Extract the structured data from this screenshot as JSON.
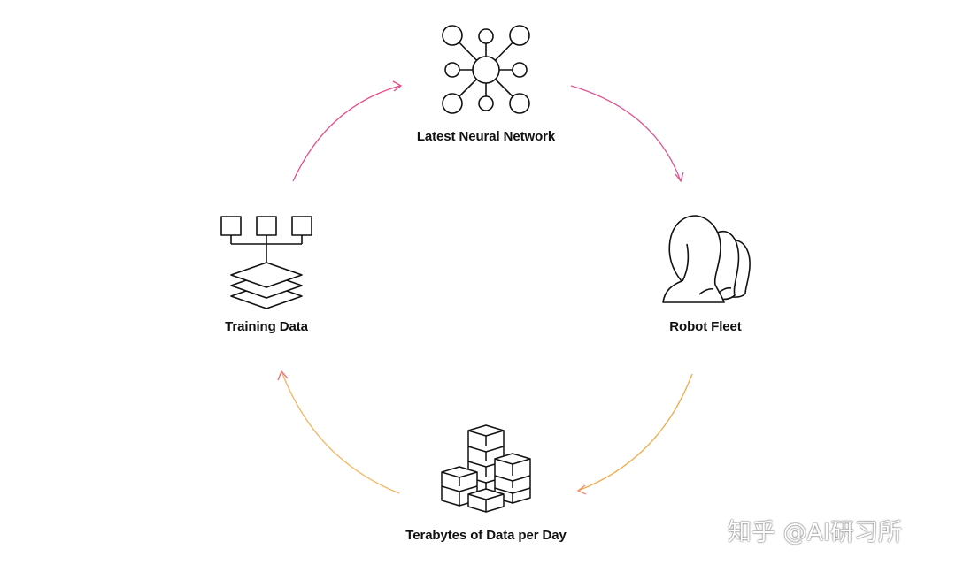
{
  "nodes": {
    "neural_network": {
      "label": "Latest Neural Network",
      "icon": "neural-network-icon"
    },
    "robot_fleet": {
      "label": "Robot Fleet",
      "icon": "robot-fleet-icon"
    },
    "terabytes": {
      "label": "Terabytes of Data per Day",
      "icon": "data-cubes-icon"
    },
    "training_data": {
      "label": "Training Data",
      "icon": "training-data-icon"
    }
  },
  "arrows": [
    {
      "from": "neural_network",
      "to": "robot_fleet",
      "color": "#e0508c"
    },
    {
      "from": "robot_fleet",
      "to": "terabytes",
      "color": "#f0a040"
    },
    {
      "from": "terabytes",
      "to": "training_data",
      "color": "#f4b060"
    },
    {
      "from": "training_data",
      "to": "neural_network",
      "color": "#e84b8a"
    }
  ],
  "watermark": "知乎 @AI研习所"
}
